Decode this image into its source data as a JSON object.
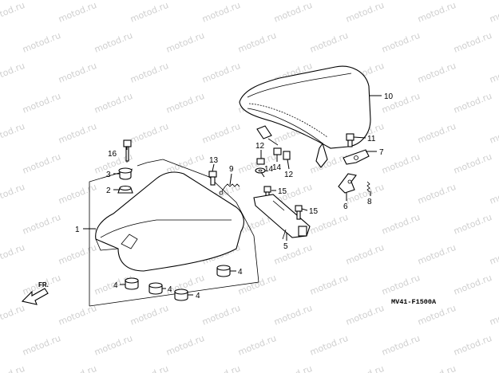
{
  "diagram": {
    "watermark": "motod.ru",
    "diagram_code": "MV41-F1500A",
    "direction_label": "FR.",
    "callouts": {
      "c1": "1",
      "c2": "2",
      "c3": "3",
      "c4a": "4",
      "c4b": "4",
      "c4c": "4",
      "c4d": "4",
      "c5": "5",
      "c6": "6",
      "c7": "7",
      "c8": "8",
      "c9": "9",
      "c10": "10",
      "c11": "11",
      "c12a": "12",
      "c12b": "12",
      "c13": "13",
      "c14a": "14",
      "c14b": "14",
      "c15a": "15",
      "c15b": "15",
      "c16": "16"
    }
  }
}
